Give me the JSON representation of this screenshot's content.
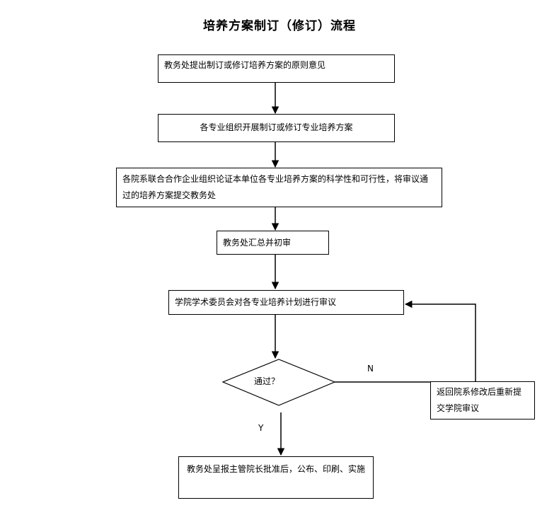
{
  "title": "培养方案制订（修订）流程",
  "steps": [
    "教务处提出制订或修订培养方案的原则意见",
    "各专业组织开展制订或修订专业培养方案",
    "各院系联合合作企业组织论证本单位各专业培养方案的科学性和可行性，将审议通过的培养方案提交教务处",
    "教务处汇总并初审",
    "学院学术委员会对各专业培养计划进行审议"
  ],
  "decision": "通过？",
  "branch_no": {
    "label": "N",
    "action": "返回院系修改后重新提交学院审议"
  },
  "branch_yes": {
    "label": "Y",
    "action": "教务处呈报主管院长批准后，公布、印刷、实施"
  }
}
